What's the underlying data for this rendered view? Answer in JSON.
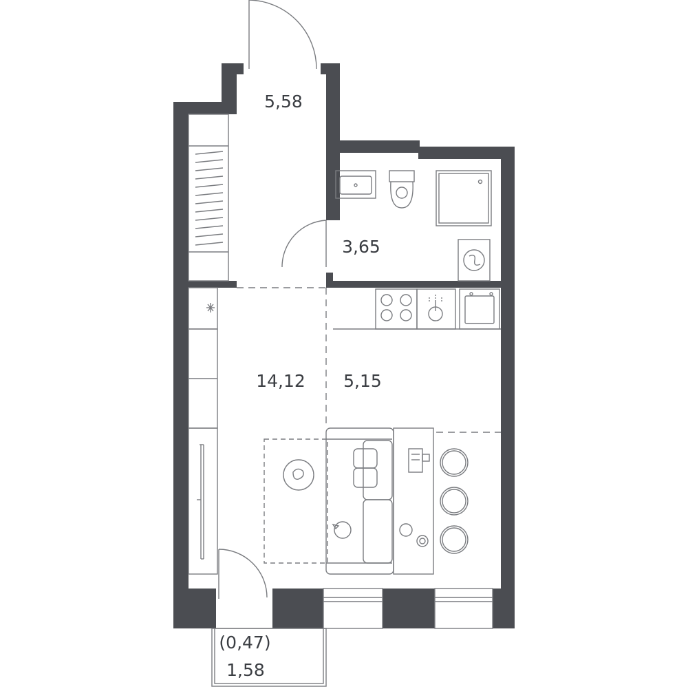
{
  "rooms": {
    "hall": {
      "area": "5,58"
    },
    "bathroom": {
      "area": "3,65"
    },
    "living": {
      "area": "14,12"
    },
    "kitchen": {
      "area": "5,15"
    },
    "balcony": {
      "area_reduced": "(0,47)",
      "area": "1,58"
    }
  },
  "colors": {
    "wall": "#4b4d52",
    "line": "#7a7c80",
    "text": "#3a3d42",
    "background": "#ffffff"
  }
}
